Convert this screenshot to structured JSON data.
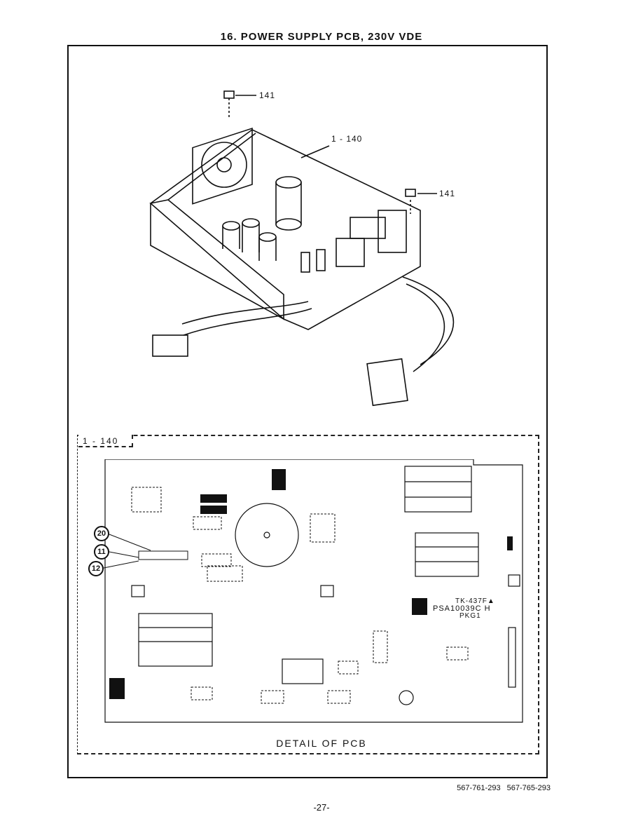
{
  "title": "16.  POWER SUPPLY PCB, 230V VDE",
  "callouts": {
    "screw_top": "141",
    "assembly": "1  - 140",
    "screw_right": "141"
  },
  "detail": {
    "label": "1  -  140",
    "caption": "DETAIL  OF  PCB",
    "board_markings": [
      "TK-437F▲",
      "PSA10039C H",
      "PKG1"
    ],
    "circled_refs": [
      "20",
      "11",
      "12"
    ]
  },
  "footer": {
    "part_numbers": "567-761-293   567-765-293",
    "page": "-27-"
  }
}
